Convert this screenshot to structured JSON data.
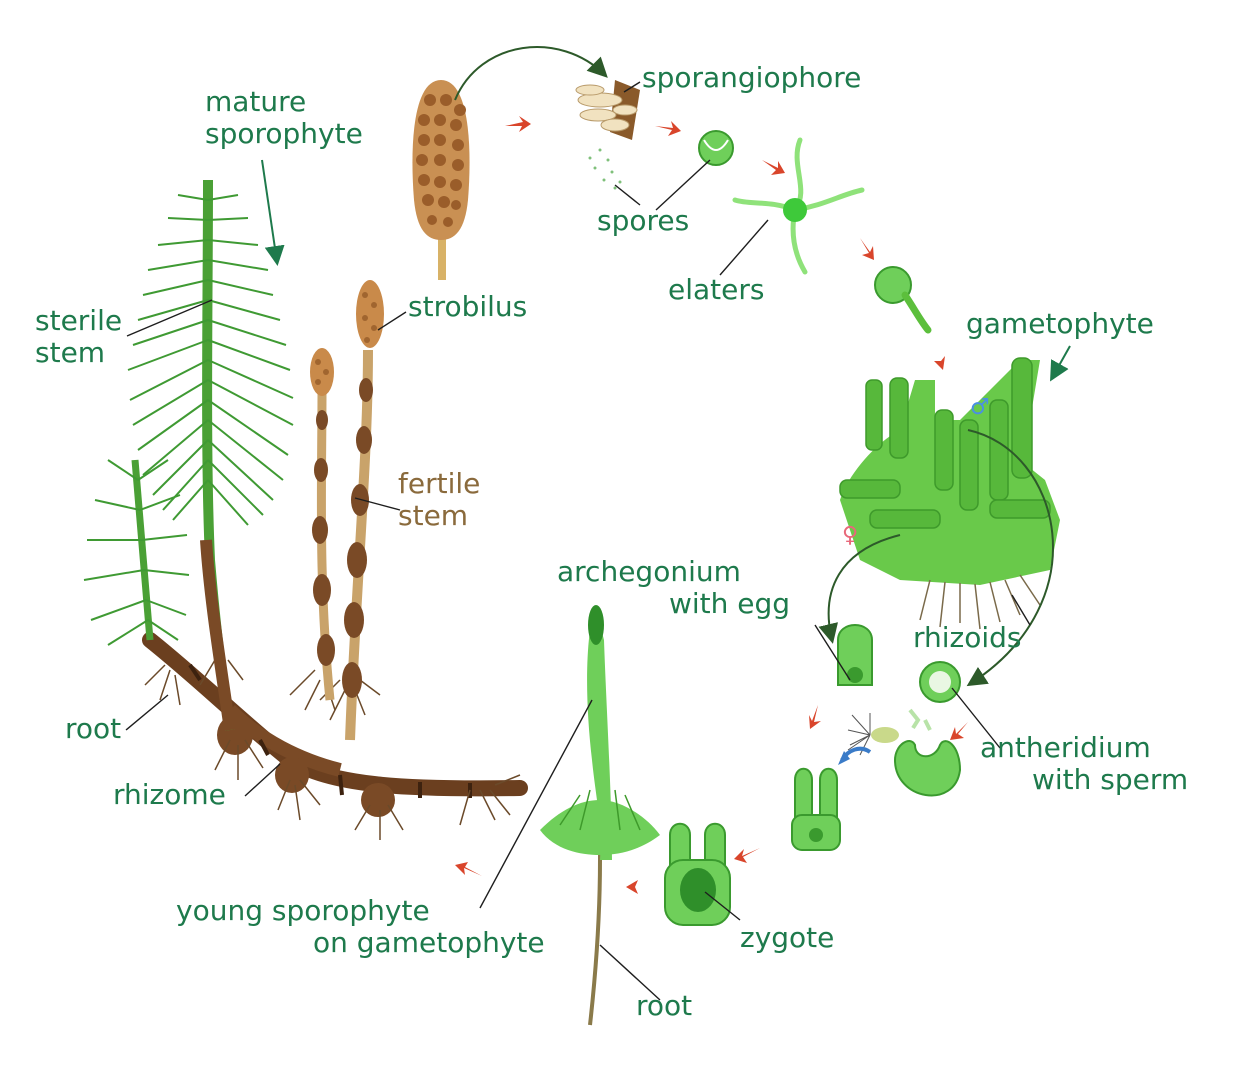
{
  "colors": {
    "label_green": "#1e7a4c",
    "label_brown": "#8a6a3c",
    "plant_green": "#5cbf3c",
    "plant_dark": "#2f8f2a",
    "stem_brown": "#7a4a26",
    "rhizome_brown": "#6b3f1f",
    "strobilus_tan": "#b97a3c",
    "arrow_red": "#d9452b",
    "arrow_dark": "#2d5a2a",
    "arrow_blue": "#3a7bc8",
    "male_symbol": "#4a90e2",
    "female_symbol": "#e8687a"
  },
  "labels": {
    "mature_sporophyte": [
      "mature",
      "sporophyte"
    ],
    "sterile_stem": [
      "sterile",
      "stem"
    ],
    "strobilus": "strobilus",
    "fertile_stem": [
      "fertile",
      "stem"
    ],
    "root_left": "root",
    "rhizome": "rhizome",
    "sporangiophore": "sporangiophore",
    "spores": "spores",
    "elaters": "elaters",
    "gametophyte": "gametophyte",
    "rhizoids": "rhizoids",
    "archegonium": [
      "archegonium",
      "with egg"
    ],
    "antheridium": [
      "antheridium",
      "with sperm"
    ],
    "zygote": "zygote",
    "young_sporophyte": [
      "young sporophyte",
      "on gametophyte"
    ],
    "root_bottom": "root"
  },
  "symbols": {
    "male": "♂",
    "female": "♀"
  }
}
